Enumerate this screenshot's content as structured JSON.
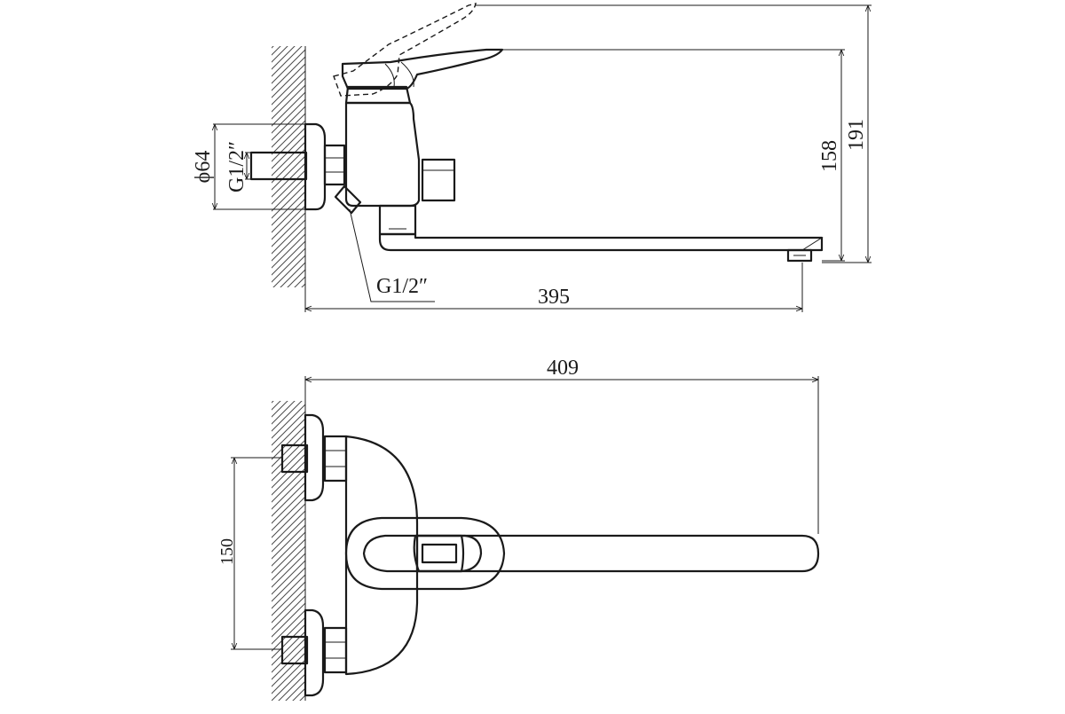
{
  "drawing": {
    "side_view": {
      "dimensions": {
        "spout_reach": "395",
        "outlet_height": "158",
        "total_height": "191",
        "flange_diameter": "ϕ64",
        "inlet_thread": "G1/2″",
        "shower_thread": "G1/2″"
      }
    },
    "top_view": {
      "dimensions": {
        "total_length": "409",
        "inlet_spacing": "150"
      }
    }
  }
}
